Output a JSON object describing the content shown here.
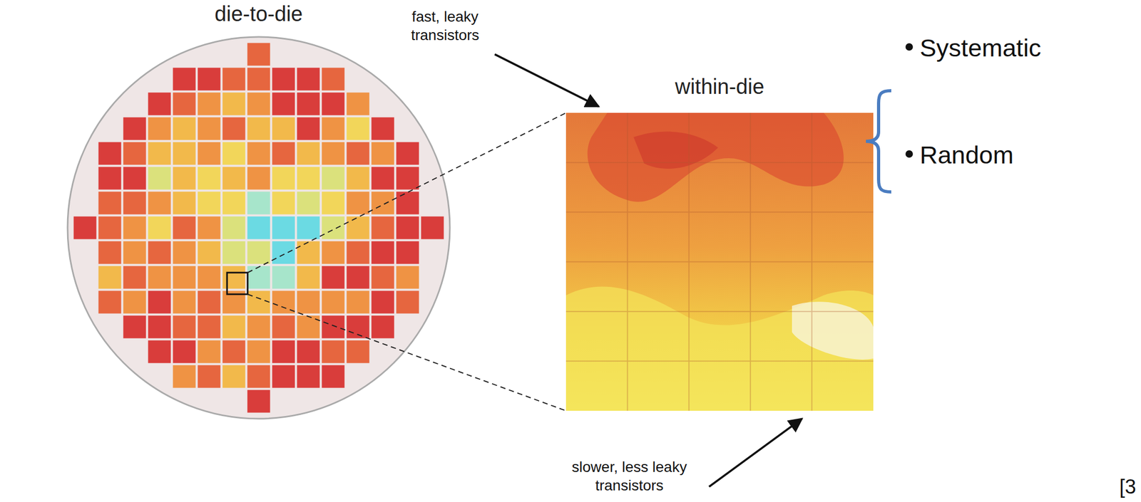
{
  "diagram": {
    "nodes": [
      {
        "text": [
          "die-to-die"
        ]
      },
      {
        "text": [
          "within-die"
        ]
      }
    ],
    "edges": [
      {
        "from": 0,
        "to": 1,
        "arrow": "none"
      }
    ],
    "labels": [
      "fast, leaky transistors",
      "slower, less leaky transistors",
      "Systematic",
      "Random",
      "[3"
    ]
  }
}
